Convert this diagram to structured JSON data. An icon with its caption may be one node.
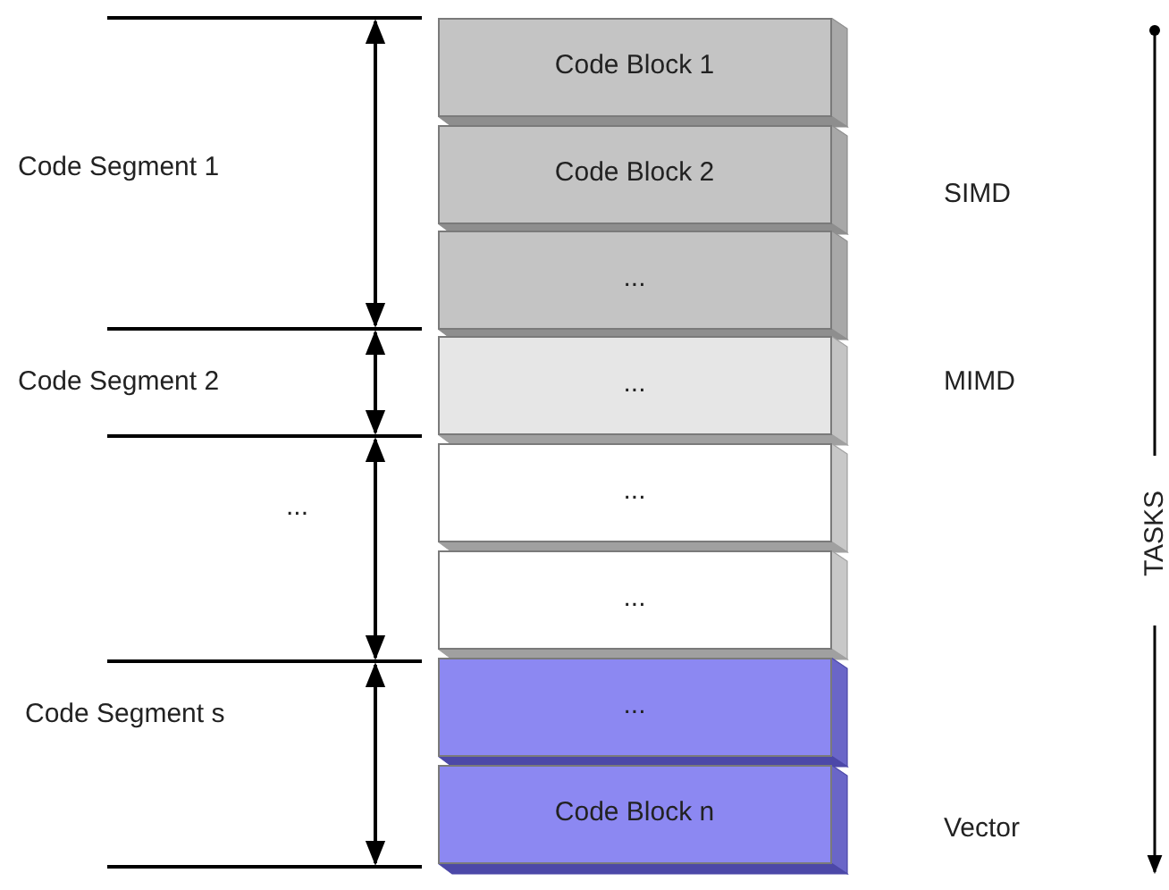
{
  "diagram": {
    "nodes": [
      {
        "text": [
          "Code Block 1"
        ]
      },
      {
        "text": [
          "Code Block 2"
        ]
      },
      {
        "text": [
          "..."
        ]
      },
      {
        "text": [
          "..."
        ]
      },
      {
        "text": [
          "..."
        ]
      },
      {
        "text": [
          "..."
        ]
      },
      {
        "text": [
          "..."
        ]
      },
      {
        "text": [
          "Code Block n"
        ]
      }
    ],
    "edges": [],
    "labels": [
      "Code Segment 1",
      "SIMD",
      "Code Segment 2",
      "MIMD",
      "...",
      "TASKS",
      "Code Segment s",
      "Vector"
    ]
  }
}
